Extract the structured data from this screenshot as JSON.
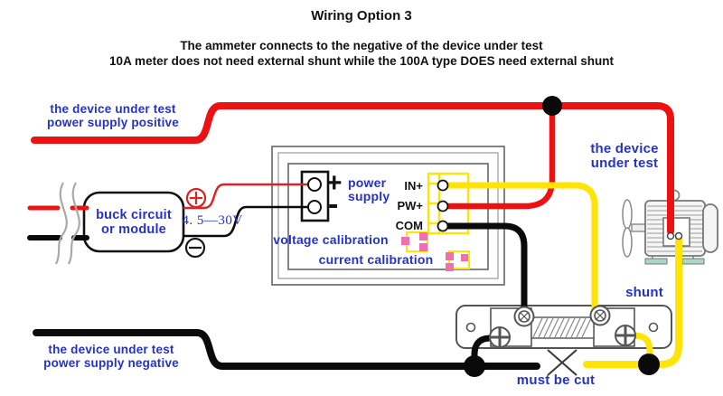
{
  "header": {
    "title": "Wiring Option 3",
    "subtitle1": "The ammeter connects to the negative of the device under test",
    "subtitle2": "10A meter does not need external shunt while the 100A type DOES need external shunt"
  },
  "labels": {
    "supply_positive1": "the device under test",
    "supply_positive2": "power supply positive",
    "supply_negative1": "the device under test",
    "supply_negative2": "power supply negative",
    "device_under_test1": "the device",
    "device_under_test2": "under test",
    "buck1": "buck circuit",
    "buck2": "or module",
    "input_range": "4. 5—30V",
    "power_supply1": "power",
    "power_supply2": "supply",
    "plus_sign": "+",
    "minus_sign": "-",
    "voltage_calibration": "voltage calibration",
    "current_calibration": "current calibration",
    "shunt": "shunt",
    "must_be_cut": "must be cut"
  },
  "terminals": {
    "in_plus": "IN+",
    "pw_plus": "PW+",
    "com": "COM"
  },
  "colors": {
    "wire_red": "#ee1111",
    "wire_yellow": "#ffe406",
    "wire_black": "#0a0a0a",
    "label_blue": "#2432cc",
    "pad_pink": "#ef6fb2",
    "motor_foot_teal": "#a8d8c4"
  }
}
